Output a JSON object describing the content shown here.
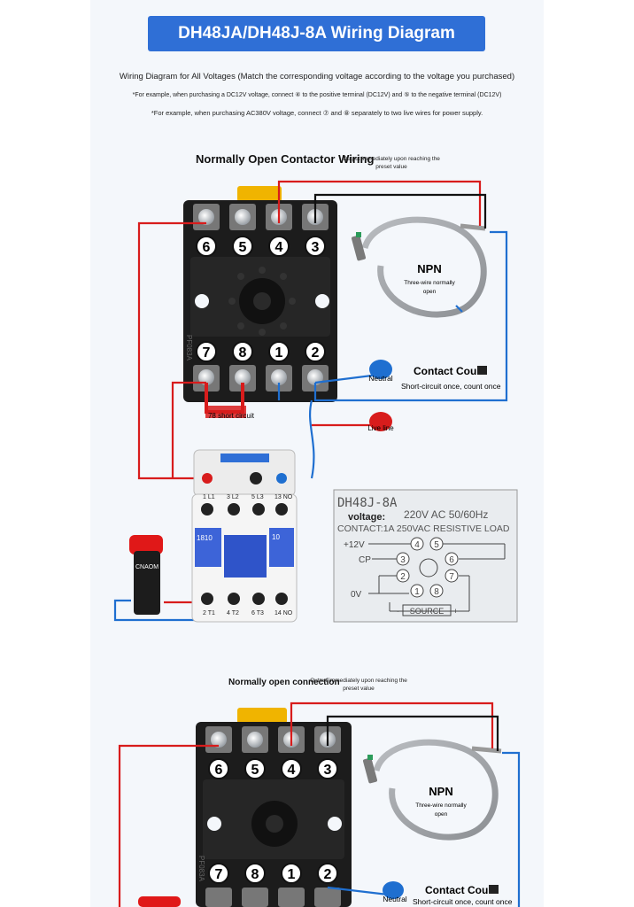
{
  "header": {
    "title": "DH48JA/DH48J-8A Wiring Diagram",
    "subtitle": "Wiring Diagram for All Voltages (Match the corresponding voltage according to the voltage you purchased)",
    "note_dc": "*For example, when purchasing a DC12V voltage, connect ④ to the positive terminal (DC12V) and ⑤ to the negative terminal (DC12V)",
    "note_ac": "*For example, when purchasing AC380V voltage, connect ⑦ and ⑧ separately to two live wires for power supply."
  },
  "section1": {
    "title": "Normally Open Contactor Wiring",
    "output_note": "Output immediately upon reaching the preset value",
    "terminals_top": [
      "6",
      "5",
      "4",
      "3"
    ],
    "terminals_bottom": [
      "7",
      "8",
      "1",
      "2"
    ],
    "relay_base_text": "PF083A",
    "sensor_type": "NPN",
    "sensor_desc": "Three-wire normally open",
    "contact_count_title": "Contact Count",
    "contact_count_desc": "Short-circuit once, count once",
    "neutral_label": "Neutral",
    "live_label": "Live line",
    "short_circuit_label": "78 short circuit",
    "contactor_top_labels": [
      "1 L1",
      "3 L2",
      "5 L3",
      "13 NO"
    ],
    "contactor_bottom_labels": [
      "2 T1",
      "4 T2",
      "6 T3",
      "14 NO"
    ],
    "contactor_model": "1810",
    "contactor_aux": "10",
    "indicator_brand": "CNAOM",
    "spec_panel": {
      "model": "DH48J-8A",
      "voltage_label": "voltage:",
      "voltage": "220V AC    50/60Hz",
      "contact": "CONTACT:1A 250VAC RESISTIVE LOAD",
      "plus12v": "+12V",
      "cp": "CP",
      "zero_v": "0V",
      "source": "SOURCE",
      "pins": [
        "4",
        "5",
        "3",
        "6",
        "2",
        "7",
        "1",
        "8"
      ]
    }
  },
  "section2": {
    "title": "Normally open connection",
    "output_note": "Output immediately upon reaching the preset value",
    "terminals_top": [
      "6",
      "5",
      "4",
      "3"
    ],
    "terminals_bottom": [
      "7",
      "8",
      "1",
      "2"
    ],
    "relay_base_text": "PF083A",
    "sensor_type": "NPN",
    "sensor_desc": "Three-wire normally open",
    "contact_count_title": "Contact Count",
    "contact_count_desc": "Short-circuit once, count once",
    "neutral_label": "Neutral"
  },
  "colors": {
    "title_bar": "#2f6fd6",
    "red_wire": "#d81c1c",
    "blue_wire": "#1f6fd0",
    "black_wire": "#111111"
  }
}
